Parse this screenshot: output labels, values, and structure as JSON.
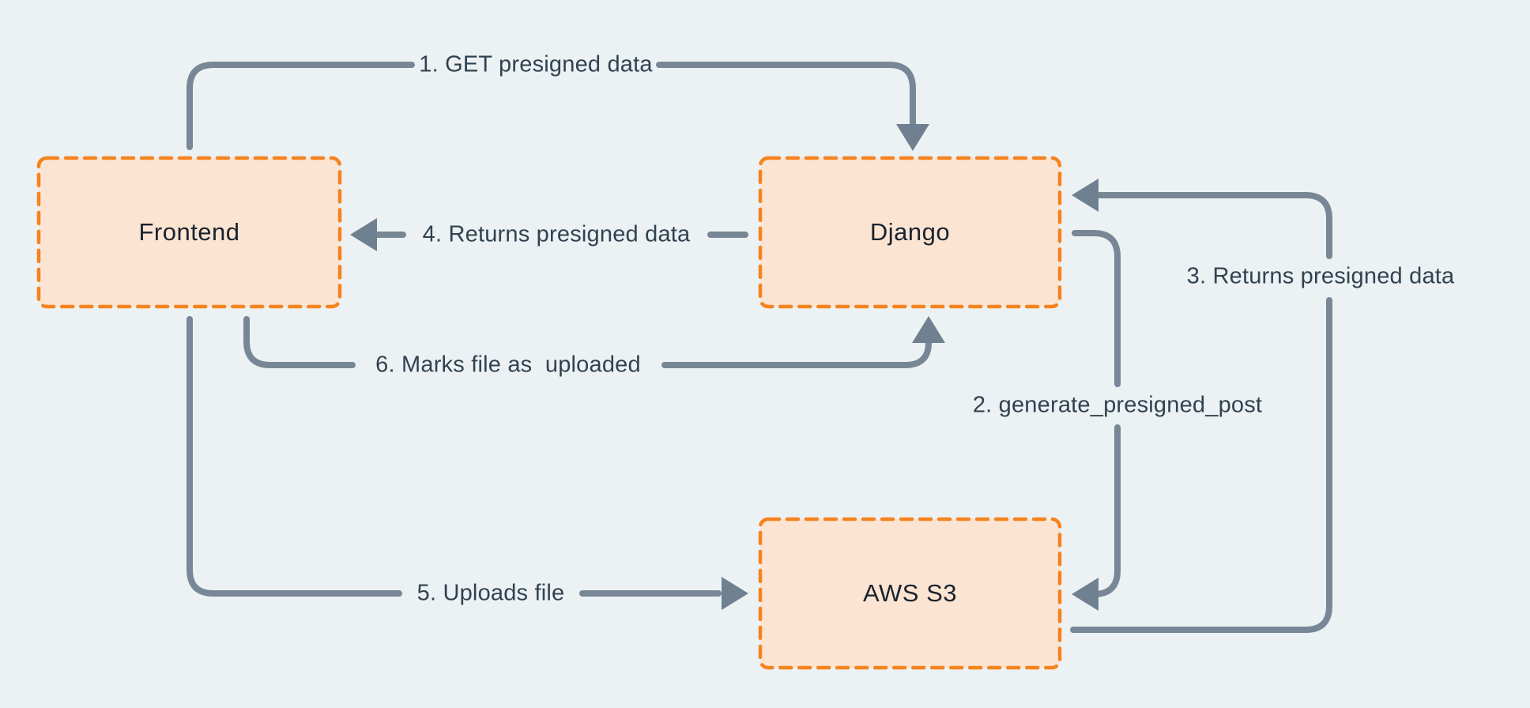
{
  "diagram": {
    "nodes": {
      "frontend": {
        "label": "Frontend"
      },
      "django": {
        "label": "Django"
      },
      "aws_s3": {
        "label": "AWS S3"
      }
    },
    "edges": [
      {
        "label": "1. GET presigned data",
        "from": "Frontend",
        "to": "Django"
      },
      {
        "label": "2. generate_presigned_post",
        "from": "Django",
        "to": "AWS S3"
      },
      {
        "label": "3. Returns presigned data",
        "from": "AWS S3",
        "to": "Django"
      },
      {
        "label": "4. Returns presigned data",
        "from": "Django",
        "to": "Frontend"
      },
      {
        "label": "5. Uploads file",
        "from": "Frontend",
        "to": "AWS S3"
      },
      {
        "label": "6. Marks file as  uploaded",
        "from": "Frontend",
        "to": "Django"
      }
    ]
  },
  "colors": {
    "bg": "#ecf1f4",
    "node_fill": "#fce4d2",
    "node_border": "#f5831e",
    "line": "#778795",
    "arrowhead": "#6f8090",
    "edge_text": "#31424f",
    "node_text": "#19232e"
  }
}
